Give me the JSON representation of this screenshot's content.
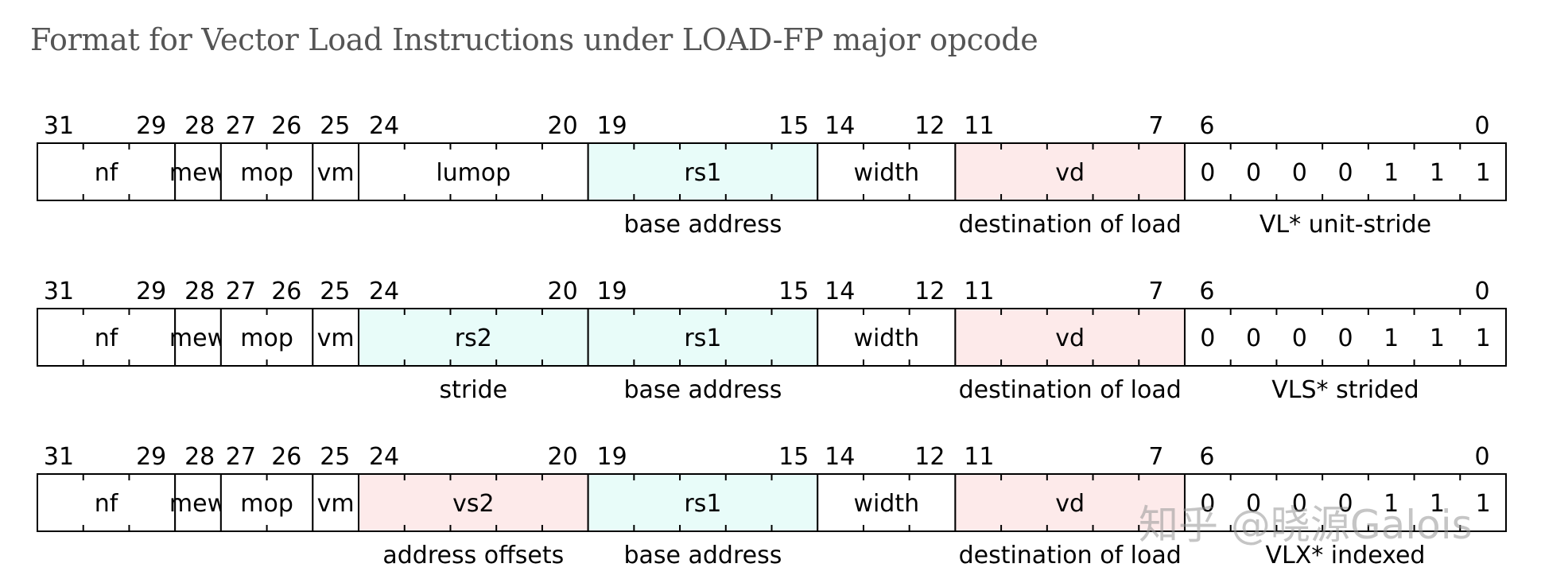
{
  "title": "Format for Vector Load Instructions under LOAD-FP major opcode",
  "watermark": "知乎 @晓源Galois",
  "colors": {
    "cyan": "#e8fcf9",
    "pink": "#fdeaea",
    "border": "#000000"
  },
  "rows": [
    {
      "bit_labels": [
        "31",
        "29",
        "28",
        "27",
        "26",
        "25",
        "24",
        "20",
        "19",
        "15",
        "14",
        "12",
        "11",
        "7",
        "6",
        "0"
      ],
      "fields": [
        {
          "text": "nf",
          "fill": "none",
          "note": ""
        },
        {
          "text": "mew",
          "fill": "none",
          "note": ""
        },
        {
          "text": "mop",
          "fill": "none",
          "note": ""
        },
        {
          "text": "vm",
          "fill": "none",
          "note": ""
        },
        {
          "text": "lumop",
          "fill": "none",
          "note": ""
        },
        {
          "text": "rs1",
          "fill": "cyan",
          "note": "base address"
        },
        {
          "text": "width",
          "fill": "none",
          "note": ""
        },
        {
          "text": "vd",
          "fill": "pink",
          "note": "destination of load"
        }
      ],
      "opcode_bits": [
        "0",
        "0",
        "0",
        "0",
        "1",
        "1",
        "1"
      ],
      "opcode_note": "VL* unit-stride"
    },
    {
      "bit_labels": [
        "31",
        "29",
        "28",
        "27",
        "26",
        "25",
        "24",
        "20",
        "19",
        "15",
        "14",
        "12",
        "11",
        "7",
        "6",
        "0"
      ],
      "fields": [
        {
          "text": "nf",
          "fill": "none",
          "note": ""
        },
        {
          "text": "mew",
          "fill": "none",
          "note": ""
        },
        {
          "text": "mop",
          "fill": "none",
          "note": ""
        },
        {
          "text": "vm",
          "fill": "none",
          "note": ""
        },
        {
          "text": "rs2",
          "fill": "cyan",
          "note": "stride"
        },
        {
          "text": "rs1",
          "fill": "cyan",
          "note": "base address"
        },
        {
          "text": "width",
          "fill": "none",
          "note": ""
        },
        {
          "text": "vd",
          "fill": "pink",
          "note": "destination of load"
        }
      ],
      "opcode_bits": [
        "0",
        "0",
        "0",
        "0",
        "1",
        "1",
        "1"
      ],
      "opcode_note": "VLS* strided"
    },
    {
      "bit_labels": [
        "31",
        "29",
        "28",
        "27",
        "26",
        "25",
        "24",
        "20",
        "19",
        "15",
        "14",
        "12",
        "11",
        "7",
        "6",
        "0"
      ],
      "fields": [
        {
          "text": "nf",
          "fill": "none",
          "note": ""
        },
        {
          "text": "mew",
          "fill": "none",
          "note": ""
        },
        {
          "text": "mop",
          "fill": "none",
          "note": ""
        },
        {
          "text": "vm",
          "fill": "none",
          "note": ""
        },
        {
          "text": "vs2",
          "fill": "pink",
          "note": "address offsets"
        },
        {
          "text": "rs1",
          "fill": "cyan",
          "note": "base address"
        },
        {
          "text": "width",
          "fill": "none",
          "note": ""
        },
        {
          "text": "vd",
          "fill": "pink",
          "note": "destination of load"
        }
      ],
      "opcode_bits": [
        "0",
        "0",
        "0",
        "0",
        "1",
        "1",
        "1"
      ],
      "opcode_note": "VLX* indexed"
    }
  ]
}
